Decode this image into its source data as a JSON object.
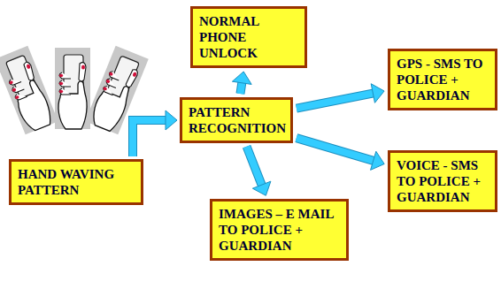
{
  "diagram": {
    "nodes": [
      {
        "text": [
          "HAND WAVING PATTERN"
        ]
      },
      {
        "text": [
          "PATTERN RECOGNITION"
        ]
      },
      {
        "text": [
          "NORMAL PHONE UNLOCK"
        ]
      },
      {
        "text": [
          "GPS - SMS TO POLICE + GUARDIAN"
        ]
      },
      {
        "text": [
          "VOICE - SMS TO POLICE + GUARDIAN"
        ]
      },
      {
        "text": [
          "IMAGES – E MAIL TO POLICE + GUARDIAN"
        ]
      }
    ],
    "edges": [
      {
        "from": 0,
        "to": 1,
        "arrow": "to"
      },
      {
        "from": 1,
        "to": 2,
        "arrow": "to"
      },
      {
        "from": 1,
        "to": 3,
        "arrow": "to"
      },
      {
        "from": 1,
        "to": 4,
        "arrow": "to"
      },
      {
        "from": 1,
        "to": 5,
        "arrow": "to"
      }
    ]
  }
}
